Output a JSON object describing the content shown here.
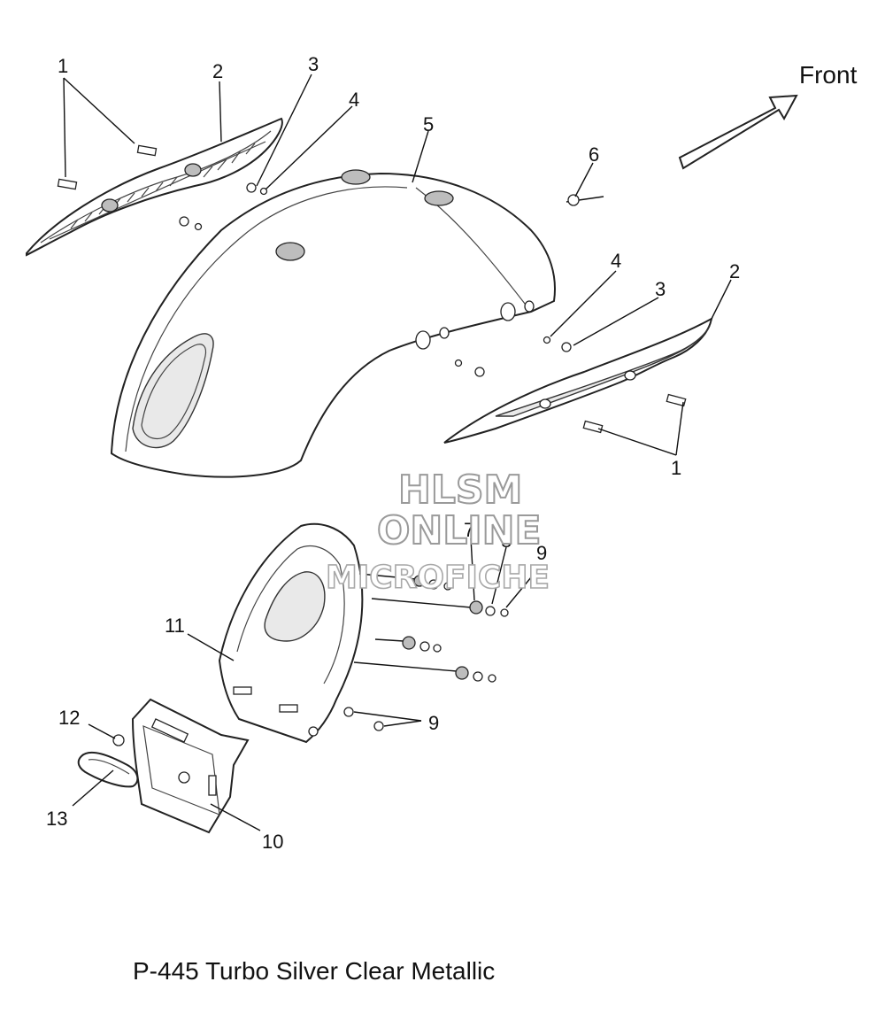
{
  "diagram": {
    "direction_label": "Front",
    "caption": "P-445  Turbo Silver Clear Metallic",
    "watermark": {
      "line1": "HLSM",
      "line2": "ONLINE",
      "line3": "MICROFICHE"
    },
    "callouts": [
      "1",
      "2",
      "3",
      "4",
      "5",
      "6",
      "4",
      "3",
      "2",
      "1",
      "7",
      "8",
      "9",
      "11",
      "12",
      "9",
      "13",
      "10"
    ]
  }
}
